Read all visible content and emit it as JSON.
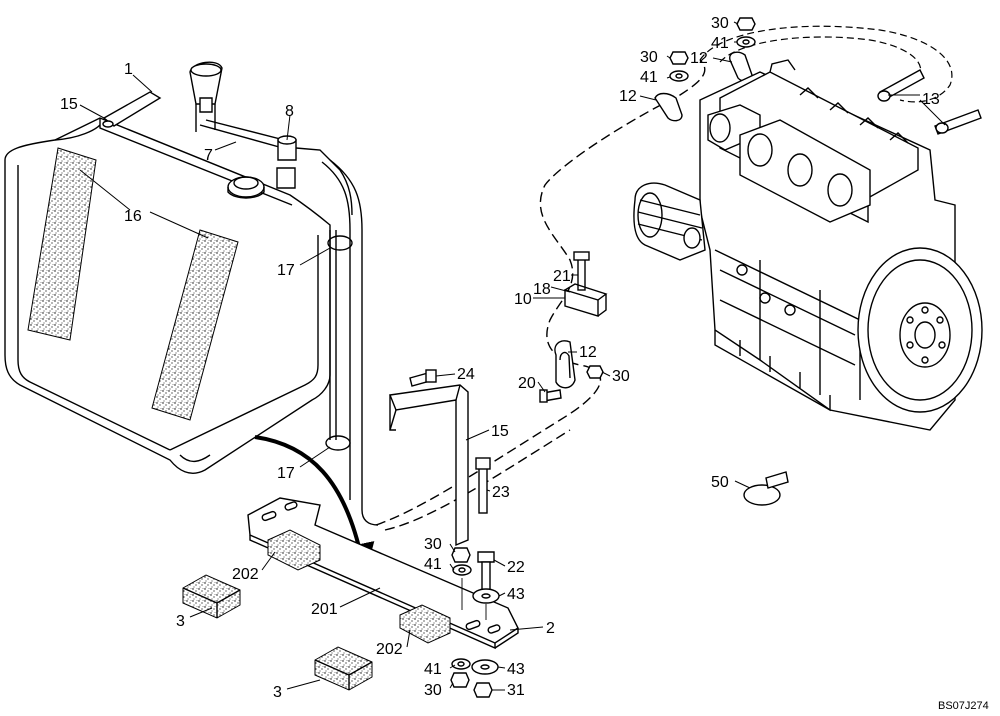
{
  "drawing_code": "BS07J274",
  "callouts": [
    {
      "id": "c1",
      "text": "1"
    },
    {
      "id": "c15a",
      "text": "15"
    },
    {
      "id": "c7",
      "text": "7"
    },
    {
      "id": "c8",
      "text": "8"
    },
    {
      "id": "c16",
      "text": "16"
    },
    {
      "id": "c17a",
      "text": "17"
    },
    {
      "id": "c17b",
      "text": "17"
    },
    {
      "id": "c24",
      "text": "24"
    },
    {
      "id": "c15b",
      "text": "15"
    },
    {
      "id": "c23",
      "text": "23"
    },
    {
      "id": "c30a",
      "text": "30"
    },
    {
      "id": "c41a",
      "text": "41"
    },
    {
      "id": "c22",
      "text": "22"
    },
    {
      "id": "c43a",
      "text": "43"
    },
    {
      "id": "c2",
      "text": "2"
    },
    {
      "id": "c41b",
      "text": "41"
    },
    {
      "id": "c43b",
      "text": "43"
    },
    {
      "id": "c30b",
      "text": "30"
    },
    {
      "id": "c31",
      "text": "31"
    },
    {
      "id": "c202a",
      "text": "202"
    },
    {
      "id": "c201",
      "text": "201"
    },
    {
      "id": "c202b",
      "text": "202"
    },
    {
      "id": "c3a",
      "text": "3"
    },
    {
      "id": "c3b",
      "text": "3"
    },
    {
      "id": "c21",
      "text": "21"
    },
    {
      "id": "c18",
      "text": "18"
    },
    {
      "id": "c10",
      "text": "10"
    },
    {
      "id": "c12a",
      "text": "12"
    },
    {
      "id": "c20",
      "text": "20"
    },
    {
      "id": "c30c",
      "text": "30"
    },
    {
      "id": "c30d",
      "text": "30"
    },
    {
      "id": "c41c",
      "text": "41"
    },
    {
      "id": "c30e",
      "text": "30"
    },
    {
      "id": "c41d",
      "text": "41"
    },
    {
      "id": "c12b",
      "text": "12"
    },
    {
      "id": "c12c",
      "text": "12"
    },
    {
      "id": "c13",
      "text": "13"
    },
    {
      "id": "c50",
      "text": "50"
    }
  ]
}
